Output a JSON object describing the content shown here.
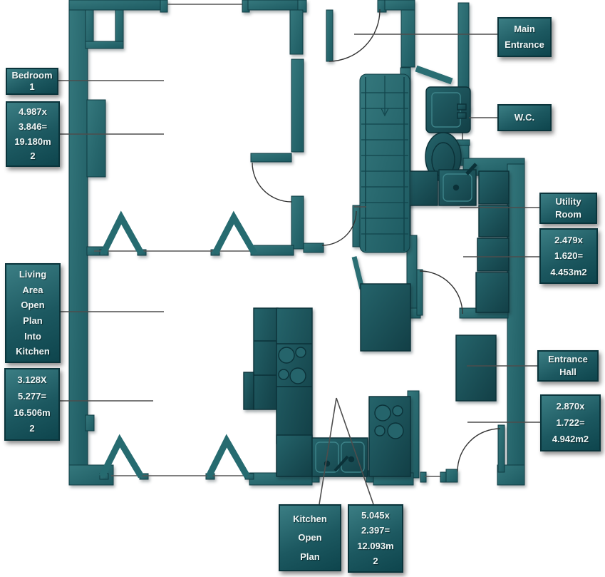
{
  "title": "Floor plan",
  "colors": {
    "wall": "#2a6e73",
    "wall_edge": "#0f3c43",
    "furniture": "#1d585f",
    "furniture_edge": "#0b3138",
    "label_bg_top": "#3b7e84",
    "label_bg_bottom": "#0e454d",
    "label_border": "#0a343b",
    "label_text": "#eef6f6",
    "leader_line": "#4d4d4d",
    "door_arc": "#333333",
    "thin_wall_line": "#555555"
  },
  "labels": [
    {
      "id": "bedroom-1",
      "lines": [
        "Bedroom",
        "1"
      ]
    },
    {
      "id": "bedroom-1-dims",
      "lines": [
        "4.987x",
        "3.846=",
        "19.180m",
        "2"
      ]
    },
    {
      "id": "main-entrance",
      "lines": [
        "Main",
        "Entrance"
      ]
    },
    {
      "id": "wc",
      "lines": [
        "W.C."
      ]
    },
    {
      "id": "utility-room",
      "lines": [
        "Utility",
        "Room"
      ]
    },
    {
      "id": "utility-room-dims",
      "lines": [
        "2.479x",
        "1.620=",
        "4.453m2"
      ]
    },
    {
      "id": "living-area",
      "lines": [
        "Living",
        "Area",
        "Open",
        "Plan",
        "Into",
        "Kitchen"
      ]
    },
    {
      "id": "living-area-dims",
      "lines": [
        "3.128X",
        "5.277=",
        "16.506m",
        "2"
      ]
    },
    {
      "id": "entrance-hall",
      "lines": [
        "Entrance",
        "Hall"
      ]
    },
    {
      "id": "entrance-hall-dims",
      "lines": [
        "2.870x",
        "1.722=",
        "4.942m2"
      ]
    },
    {
      "id": "kitchen",
      "lines": [
        "Kitchen",
        "Open",
        "Plan"
      ]
    },
    {
      "id": "kitchen-dims",
      "lines": [
        "5.045x",
        "2.397=",
        "12.093m",
        "2"
      ]
    }
  ]
}
